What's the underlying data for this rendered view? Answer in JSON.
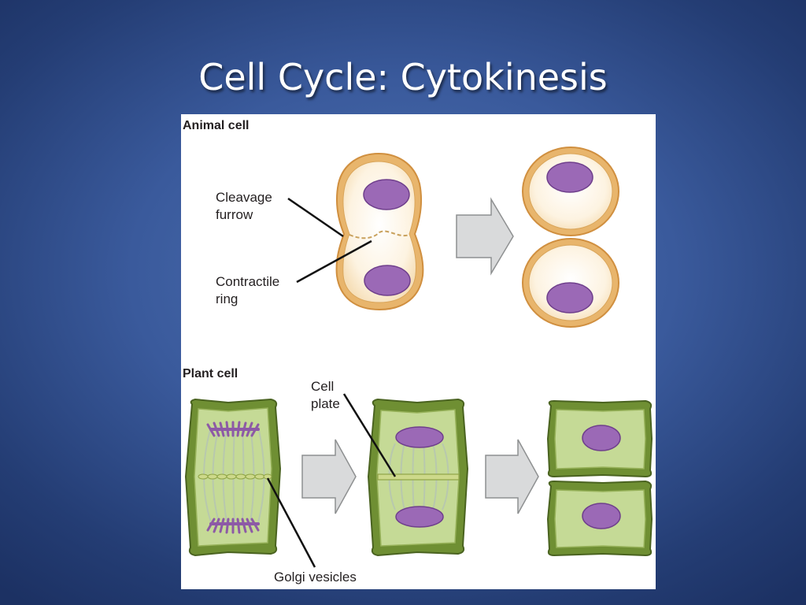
{
  "slide": {
    "title": "Cell Cycle: Cytokinesis"
  },
  "figure": {
    "sections": {
      "animal": "Animal cell",
      "plant": "Plant cell"
    },
    "labels": {
      "cleavage_line1": "Cleavage",
      "cleavage_line2": "furrow",
      "contractile_line1": "Contractile",
      "contractile_line2": "ring",
      "cellplate_line1": "Cell",
      "cellplate_line2": "plate",
      "golgi": "Golgi vesicles"
    }
  },
  "colors": {
    "background": "#3a5a9c",
    "animal_membrane": "#e3a85a",
    "animal_cytoplasm": "#fdf3e1",
    "nucleus": "#9a67b4",
    "plant_wall": "#5e7d2a",
    "plant_cytoplasm": "#c2d793",
    "arrow": "#d9dadb"
  }
}
